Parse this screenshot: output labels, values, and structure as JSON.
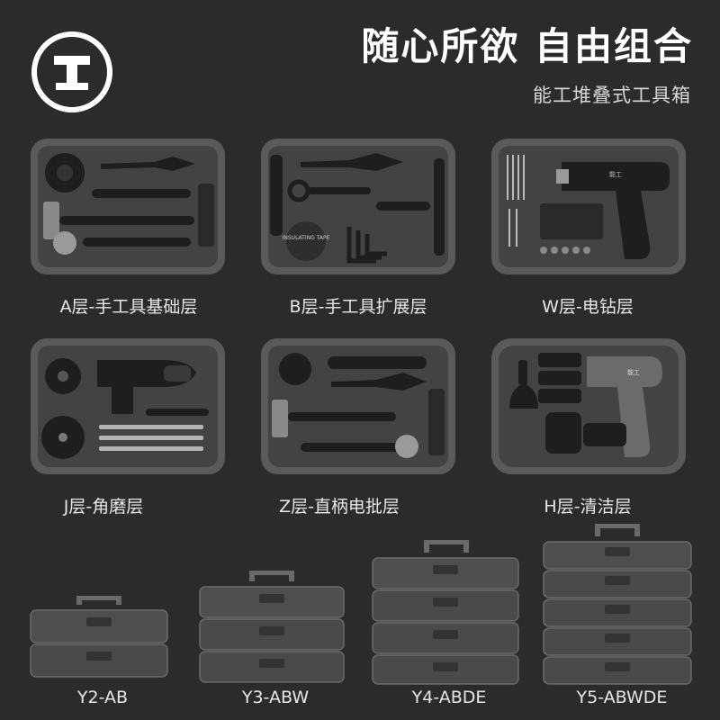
{
  "brand": {
    "logo_icon": "i-beam-logo-icon"
  },
  "headline": "随心所欲 自由组合",
  "subheadline": "能工堆叠式工具箱",
  "trays": [
    {
      "label": "A层-手工具基础层",
      "contents": [
        "tape-measure",
        "pliers",
        "screwdriver",
        "hammer",
        "wrench",
        "bit-set"
      ]
    },
    {
      "label": "B层-手工具扩展层",
      "contents": [
        "pliers",
        "scissors",
        "insulating-tape",
        "hex-keys",
        "utility-knife",
        "screwdriver"
      ]
    },
    {
      "label": "W层-电钻层",
      "contents": [
        "cordless-drill",
        "drill-bits",
        "bit-set",
        "sockets",
        "charging-cable"
      ]
    },
    {
      "label": "J层-角磨层",
      "contents": [
        "angle-grinder",
        "cutting-discs",
        "files",
        "wrench"
      ]
    },
    {
      "label": "Z层-直柄电批层",
      "contents": [
        "electric-screwdriver",
        "pliers",
        "tape-measure",
        "hammer",
        "wrench",
        "bit-set"
      ]
    },
    {
      "label": "H层-清洁层",
      "contents": [
        "cleaning-gun",
        "brush-heads",
        "sponges"
      ]
    }
  ],
  "tray_labels": {
    "insulating_tape": "INSULATING TAPE",
    "brand_tag": "能工"
  },
  "stacks": [
    {
      "model": "Y2-AB",
      "layers": 2
    },
    {
      "model": "Y3-ABW",
      "layers": 3
    },
    {
      "model": "Y4-ABDE",
      "layers": 4
    },
    {
      "model": "Y5-ABWDE",
      "layers": 5
    }
  ],
  "colors": {
    "background": "#2b2b2c",
    "tray": "#4e4e50",
    "tray_rim": "#6a6a6d",
    "tool_dark": "#1d1d1e",
    "accent": "#ffffff"
  }
}
